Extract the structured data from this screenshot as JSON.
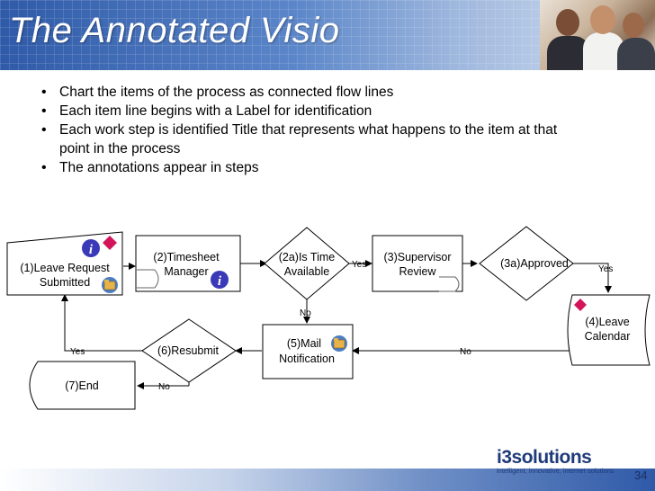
{
  "title": "The Annotated Visio",
  "bullets": [
    "Chart the items of the process as connected flow lines",
    "Each item line begins with a Label for identification",
    "Each work step is identified Title that represents what happens to the item at that point in the process",
    "The annotations appear in steps"
  ],
  "nodes": {
    "n1_line1": "(1)Leave Request",
    "n1_line2": "Submitted",
    "n2_line1": "(2)Timesheet",
    "n2_line2": "Manager",
    "n2a_line1": "(2a)Is Time",
    "n2a_line2": "Available",
    "n3_line1": "(3)Supervisor",
    "n3_line2": "Review",
    "n3a": "(3a)Approved",
    "n4_line1": "(4)Leave",
    "n4_line2": "Calendar",
    "n5_line1": "(5)Mail",
    "n5_line2": "Notification",
    "n6": "(6)Resubmit",
    "n7": "(7)End"
  },
  "edges": {
    "yes_2a_3": "Yes",
    "yes_3a_4": "Yes",
    "no_2a_5": "No",
    "no_4_5": "No",
    "yes_6_1": "Yes",
    "no_6_7": "No"
  },
  "icons": {
    "info_glyph": "i",
    "info_color": "#3a3ab8",
    "diamond_color": "#d4145a"
  },
  "logo": {
    "name": "i3solutions",
    "tagline": "intelligent, innovative, internet solutions"
  },
  "page_number": "34"
}
